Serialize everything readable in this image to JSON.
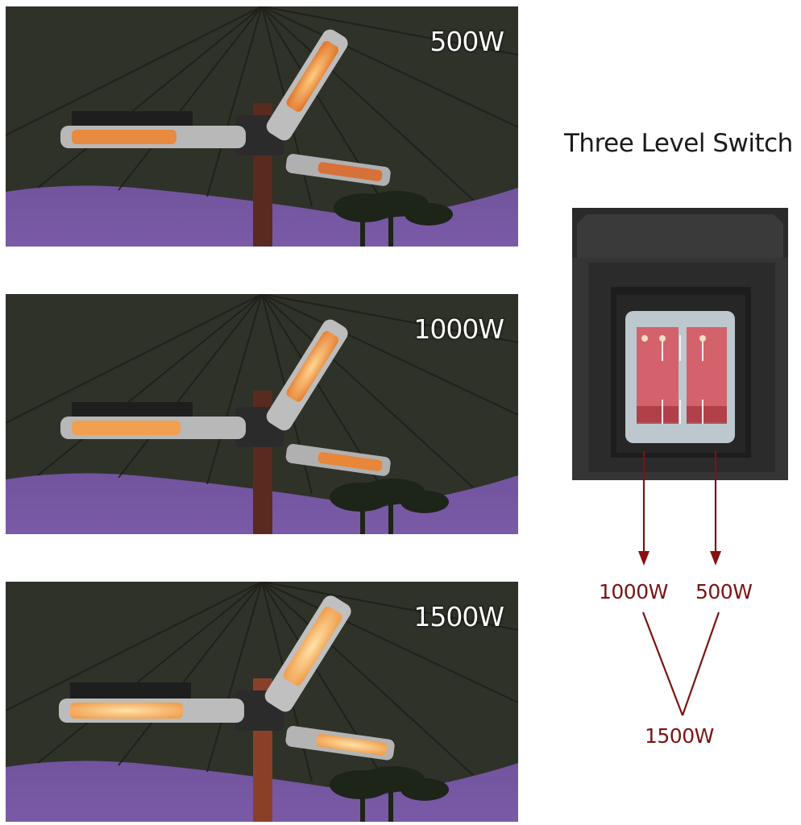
{
  "panels": [
    {
      "label": "500W",
      "level": "low",
      "active_elements": 1
    },
    {
      "label": "1000W",
      "level": "medium",
      "active_elements": 2
    },
    {
      "label": "1500W",
      "level": "high",
      "active_elements": 3
    }
  ],
  "switch_section": {
    "title": "Three Level Switch",
    "left_switch_output": "1000W",
    "right_switch_output": "500W",
    "combined_output": "1500W"
  },
  "colors": {
    "arrow": "#7a1414",
    "sky": "#6a4e9a",
    "umbrella": "#2f3228",
    "glow": "#ffb060",
    "rocker": "#d8505a",
    "housing": "#2b2b2b"
  }
}
